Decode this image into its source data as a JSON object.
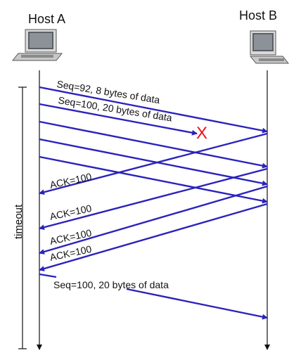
{
  "hosts": {
    "a": {
      "label": "Host A",
      "icon": "computer-icon"
    },
    "b": {
      "label": "Host B",
      "icon": "computer-icon"
    }
  },
  "timer": {
    "label": "timeout"
  },
  "messages": {
    "seq92": "Seq=92, 8 bytes of data",
    "seq100": "Seq=100, 20 bytes of data",
    "ack1": "ACK=100",
    "ack2": "ACK=100",
    "ack3": "ACK=100",
    "ack4": "ACK=100",
    "retransmit": "Seq=100, 20 bytes of data"
  },
  "loss_marker": "X",
  "colors": {
    "arrow": "#2b22bb",
    "loss": "#e8121a",
    "timeline": "#111111",
    "text": "#111111"
  }
}
